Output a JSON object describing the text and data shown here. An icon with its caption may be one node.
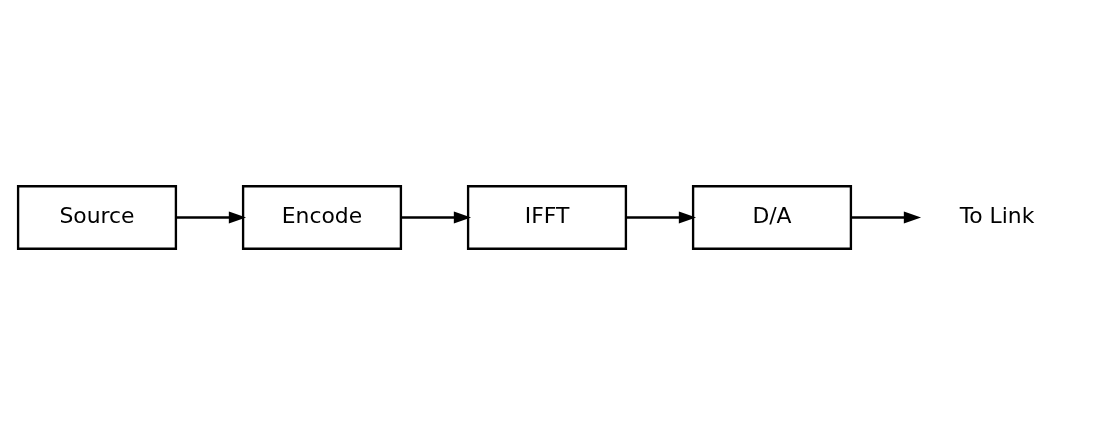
{
  "diagram": {
    "nodes": [
      {
        "text": [
          "Source"
        ]
      },
      {
        "text": [
          "Encode"
        ]
      },
      {
        "text": [
          "IFFT"
        ]
      },
      {
        "text": [
          "D/A"
        ]
      },
      {
        "text": [
          "To Link"
        ]
      }
    ],
    "edges": [
      {
        "from": 0,
        "to": 1,
        "arrow": "to"
      },
      {
        "from": 1,
        "to": 2,
        "arrow": "to"
      },
      {
        "from": 2,
        "to": 3,
        "arrow": "to"
      },
      {
        "from": 3,
        "to": 4,
        "arrow": "to"
      }
    ]
  }
}
